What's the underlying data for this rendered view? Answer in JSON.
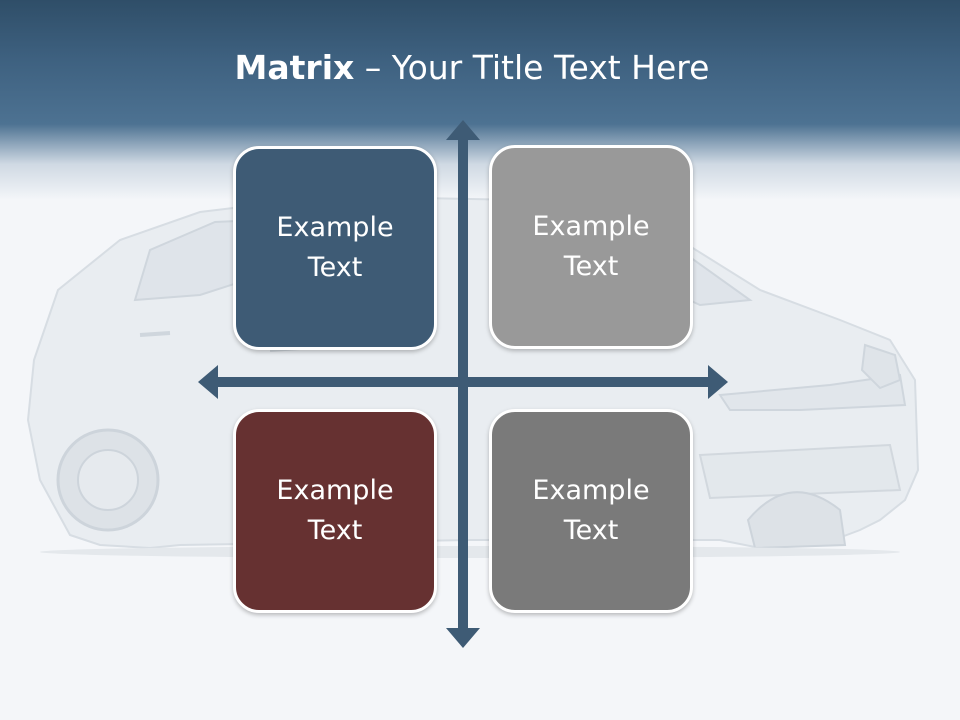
{
  "title": {
    "bold": "Matrix",
    "rest": " – Your Title Text Here"
  },
  "quadrants": [
    {
      "text": "Example Text",
      "color": "#3e5b75"
    },
    {
      "text": "Example Text",
      "color": "#999999"
    },
    {
      "text": "Example Text",
      "color": "#663131"
    },
    {
      "text": "Example Text",
      "color": "#7a7a7a"
    }
  ],
  "colors": {
    "header": "#3e6180",
    "arrow": "#3e5b75",
    "background": "#f4f6f9"
  },
  "icons": [
    "car-illustration",
    "vertical-double-arrow",
    "horizontal-double-arrow"
  ]
}
